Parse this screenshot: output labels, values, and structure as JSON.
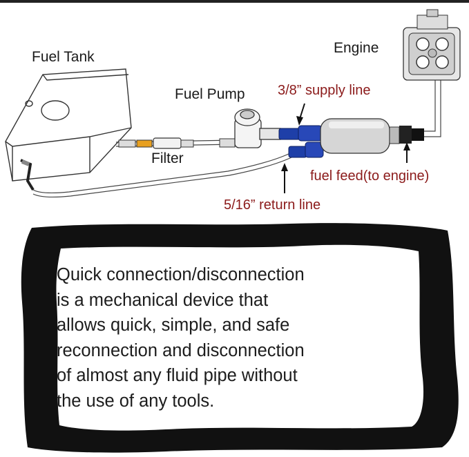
{
  "labels": {
    "engine": "Engine",
    "fuel_tank": "Fuel Tank",
    "fuel_pump": "Fuel Pump",
    "filter": "Filter",
    "supply_line": "3/8” supply line",
    "fuel_feed": "fuel feed(to engine)",
    "return_line": "5/16” return line"
  },
  "note": {
    "lines": [
      "Quick connection/disconnection",
      "is a mechanical device that",
      "allows quick, simple, and safe",
      "reconnection and disconnection",
      "of almost any fluid pipe without",
      "the use of any tools."
    ]
  },
  "colors": {
    "label_dark_red": "#8b1a1a",
    "fitting_blue": "#1e3fa8",
    "frame_black": "#111111",
    "filter_orange": "#e8a020"
  }
}
